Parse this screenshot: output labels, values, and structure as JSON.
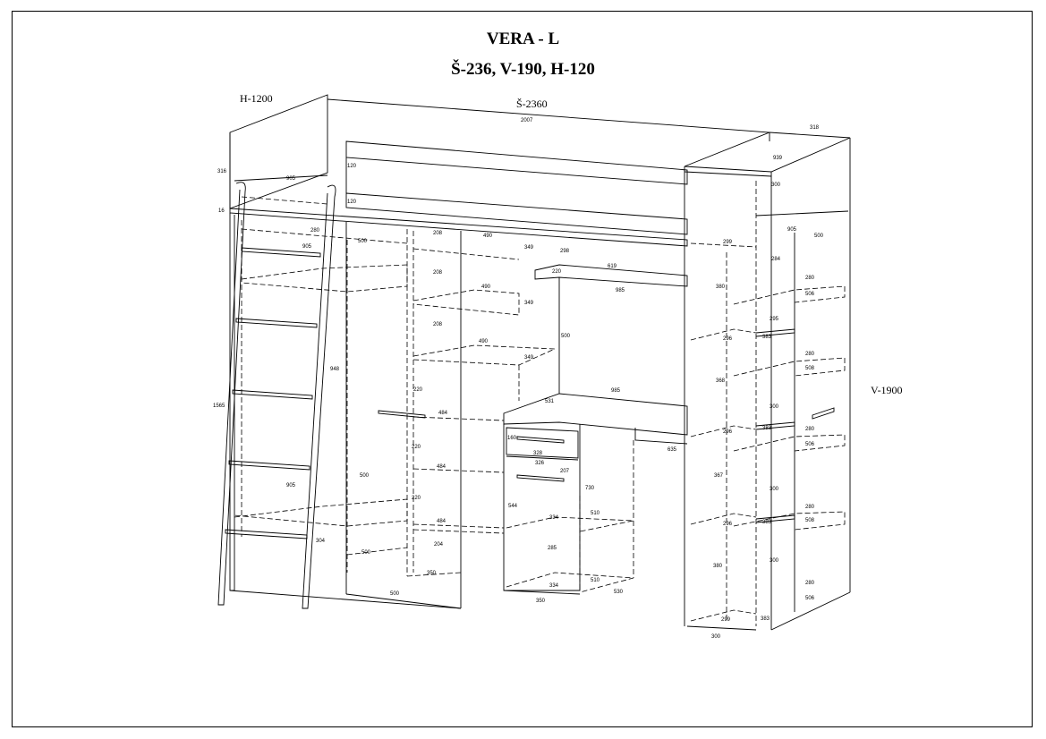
{
  "header": {
    "model": "VERA - L",
    "dimensions": "Š-236, V-190, H-120"
  },
  "overall_dims": {
    "depth": "H-1200",
    "width": "Š-2360",
    "height": "V-1900"
  },
  "small_dims": [
    "2007",
    "318",
    "316",
    "16",
    "905",
    "120",
    "120",
    "939",
    "300",
    "905",
    "500",
    "280",
    "905",
    "500",
    "208",
    "490",
    "349",
    "298",
    "220",
    "619",
    "985",
    "208",
    "490",
    "349",
    "208",
    "490",
    "349",
    "500",
    "299",
    "284",
    "280",
    "506",
    "380",
    "295",
    "296",
    "383",
    "280",
    "508",
    "368",
    "220",
    "484",
    "985",
    "531",
    "300",
    "160",
    "328",
    "326",
    "207",
    "296",
    "383",
    "280",
    "506",
    "1565",
    "948",
    "220",
    "484",
    "730",
    "635",
    "367",
    "544",
    "510",
    "334",
    "500",
    "905",
    "220",
    "484",
    "296",
    "383",
    "280",
    "508",
    "304",
    "204",
    "285",
    "300",
    "500",
    "380",
    "350",
    "334",
    "510",
    "280",
    "506",
    "500",
    "350",
    "530",
    "299",
    "383",
    "300"
  ]
}
